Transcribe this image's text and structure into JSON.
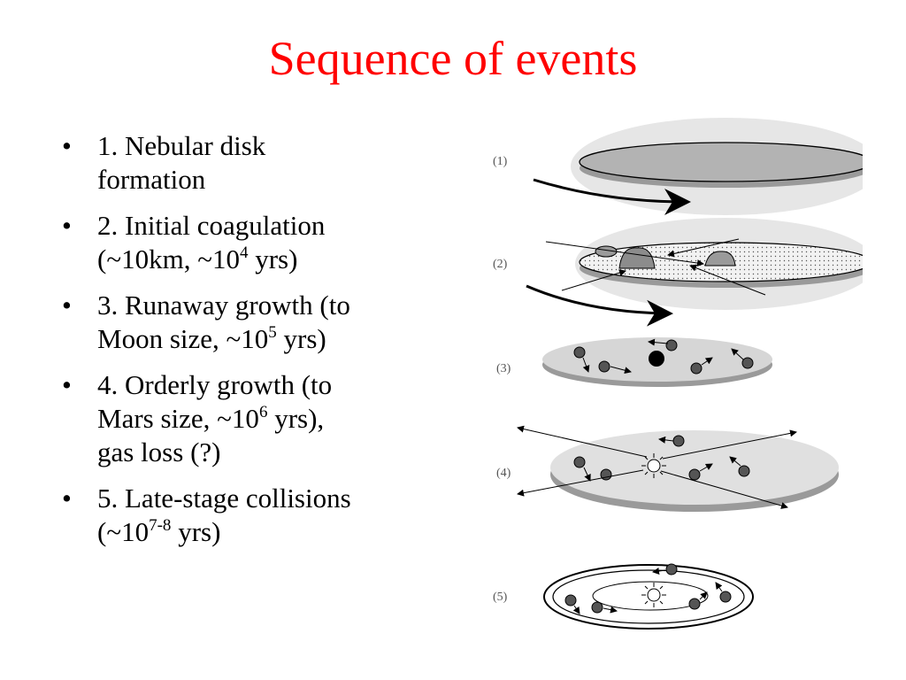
{
  "slide": {
    "title": "Sequence of events",
    "title_color": "#ff0000"
  },
  "bullets": [
    {
      "lines": [
        {
          "text": "1. Nebular disk"
        },
        {
          "text": "formation"
        }
      ]
    },
    {
      "lines": [
        {
          "text": "2. Initial coagulation"
        },
        {
          "text": "(~10km, ~10",
          "sup": "4",
          "after": " yrs)"
        }
      ]
    },
    {
      "lines": [
        {
          "text": "3. Runaway growth (to"
        },
        {
          "text": "Moon size, ~10",
          "sup": "5",
          "after": " yrs)"
        }
      ]
    },
    {
      "lines": [
        {
          "text": "4. Orderly growth (to"
        },
        {
          "text": "Mars size, ~10",
          "sup": "6",
          "after": " yrs),"
        },
        {
          "text": "gas loss (?)"
        }
      ]
    },
    {
      "lines": [
        {
          "text": "5. Late-stage collisions"
        },
        {
          "text": "(~10",
          "sup": "7-8",
          "after": " yrs)"
        }
      ]
    }
  ],
  "figure": {
    "stage_labels": [
      "(1)",
      "(2)",
      "(3)",
      "(4)",
      "(5)"
    ]
  }
}
